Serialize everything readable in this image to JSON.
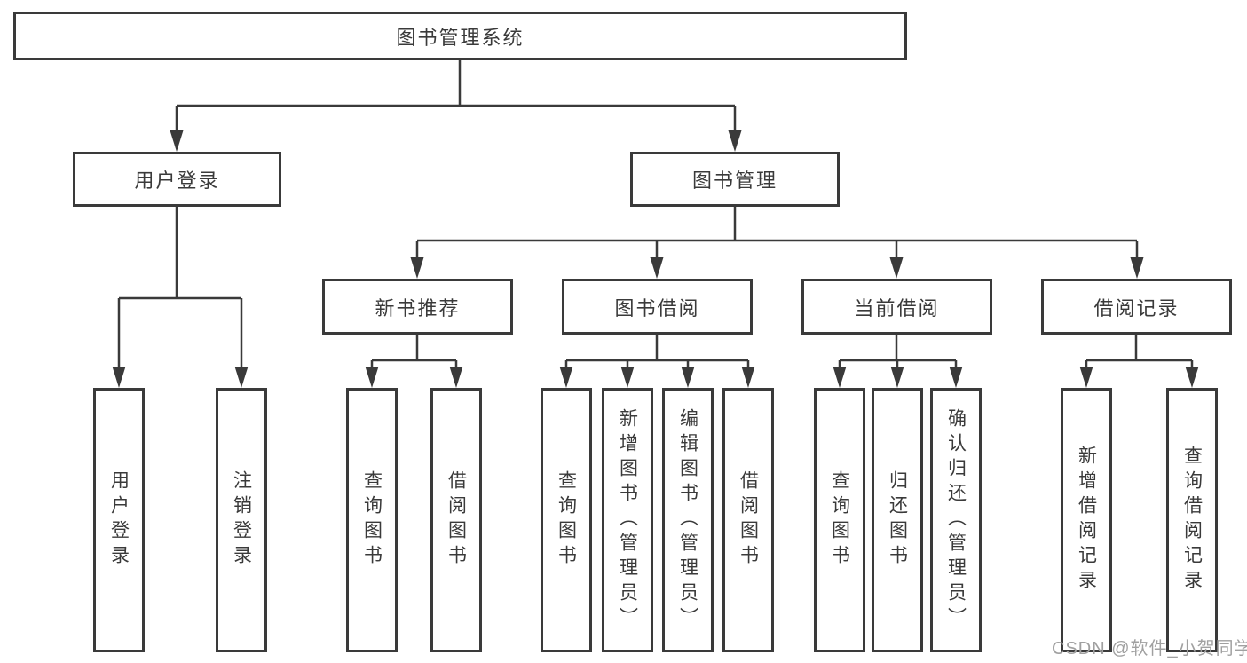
{
  "tree": {
    "root": {
      "label": "图书管理系统"
    },
    "branches": [
      {
        "label": "用户登录",
        "children": [
          {
            "label": "用户登录"
          },
          {
            "label": "注销登录"
          }
        ]
      },
      {
        "label": "图书管理",
        "children": [
          {
            "label": "新书推荐",
            "children": [
              {
                "label": "查询图书"
              },
              {
                "label": "借阅图书"
              }
            ]
          },
          {
            "label": "图书借阅",
            "children": [
              {
                "label": "查询图书"
              },
              {
                "label": "新增图书（管理员）"
              },
              {
                "label": "编辑图书（管理员）"
              },
              {
                "label": "借阅图书"
              }
            ]
          },
          {
            "label": "当前借阅",
            "children": [
              {
                "label": "查询图书"
              },
              {
                "label": "归还图书"
              },
              {
                "label": "确认归还（管理员）"
              }
            ]
          },
          {
            "label": "借阅记录",
            "children": [
              {
                "label": "新增借阅记录"
              },
              {
                "label": "查询借阅记录"
              }
            ]
          }
        ]
      }
    ]
  },
  "watermark": {
    "text": "CSDN @软件_小贺同学"
  },
  "colors": {
    "line": "#3a3a3a",
    "text": "#3a3a3a",
    "background": "#ffffff",
    "watermark": "#a0a0a0"
  }
}
